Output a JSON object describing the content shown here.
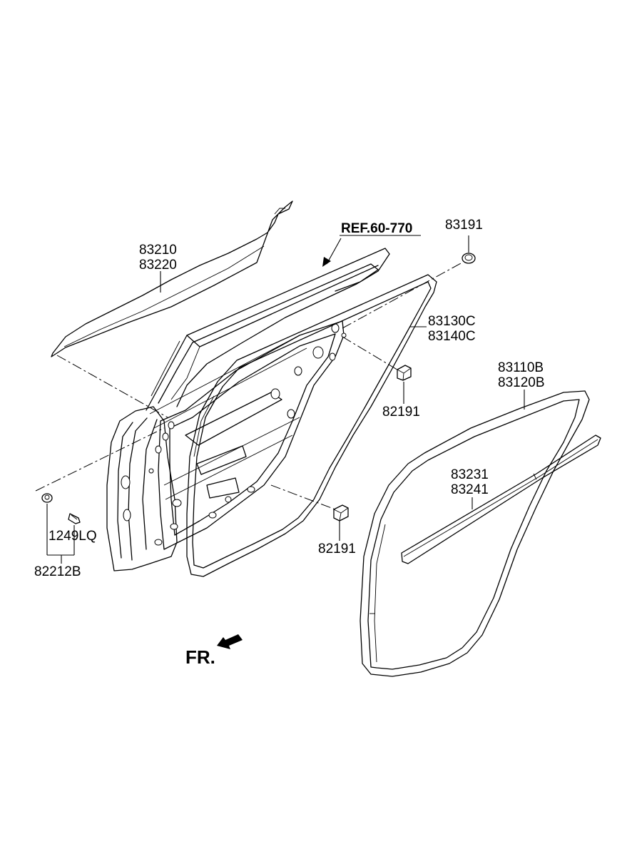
{
  "reference": {
    "text": "REF.60-770"
  },
  "labels": {
    "belt_outer_1": "83210",
    "belt_outer_2": "83220",
    "plug_top": "83191",
    "door_seal_1": "83130C",
    "door_seal_2": "83140C",
    "plug_mid": "82191",
    "plug_low": "82191",
    "body_seal_1": "83110B",
    "body_seal_2": "83120B",
    "belt_inner_1": "83231",
    "belt_inner_2": "83241",
    "bolt": "1249LQ",
    "hinge_group": "82212B"
  },
  "front_indicator": {
    "text": "FR."
  }
}
